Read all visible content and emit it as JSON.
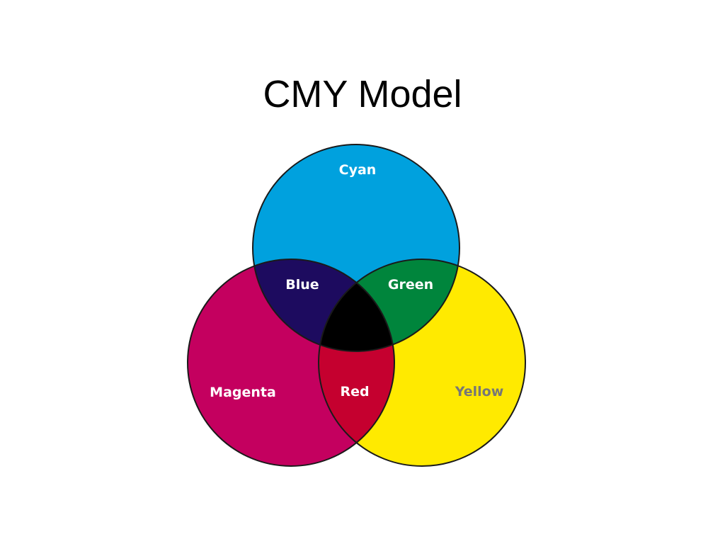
{
  "title": "CMY Model",
  "diagram": {
    "primaries": [
      {
        "key": "cyan",
        "label": "Cyan",
        "color": "#00a1de"
      },
      {
        "key": "magenta",
        "label": "Magenta",
        "color": "#c4005f"
      },
      {
        "key": "yellow",
        "label": "Yellow",
        "color": "#ffea00"
      }
    ],
    "overlaps": [
      {
        "key": "blue",
        "label": "Blue",
        "color": "#1d0b5f",
        "of": [
          "cyan",
          "magenta"
        ]
      },
      {
        "key": "green",
        "label": "Green",
        "color": "#00853c",
        "of": [
          "cyan",
          "yellow"
        ]
      },
      {
        "key": "red",
        "label": "Red",
        "color": "#c5002f",
        "of": [
          "magenta",
          "yellow"
        ]
      },
      {
        "key": "black",
        "label": "",
        "color": "#000000",
        "of": [
          "cyan",
          "magenta",
          "yellow"
        ]
      }
    ],
    "label_colors": {
      "light": "#ffffff",
      "yellow_label": "#777777"
    },
    "outline_color": "#1a1a1a"
  }
}
